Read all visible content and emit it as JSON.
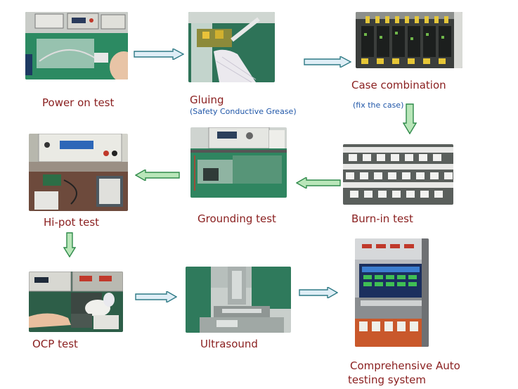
{
  "steps": {
    "power_on_test": "Power on test",
    "gluing": "Gluing",
    "gluing_note": "(Safety Conductive Grease)",
    "case_combination": "Case combination",
    "case_note": "(fix the case)",
    "hipot_test": "Hi-pot test",
    "grounding_test": "Grounding test",
    "burnin_test": "Burn-in test",
    "ocp_test": "OCP test",
    "ultrasound": "Ultrasound",
    "comprehensive_line1": "Comprehensive Auto",
    "comprehensive_line2": "testing system"
  },
  "colors": {
    "caption": "#8a1f1f",
    "note": "#1f56a8",
    "arrow_fill": "#dfeef6",
    "arrow_stroke": "#2f7a86",
    "down_arrow_fill": "#b9e6b9",
    "down_arrow_stroke": "#2f8a4a"
  }
}
